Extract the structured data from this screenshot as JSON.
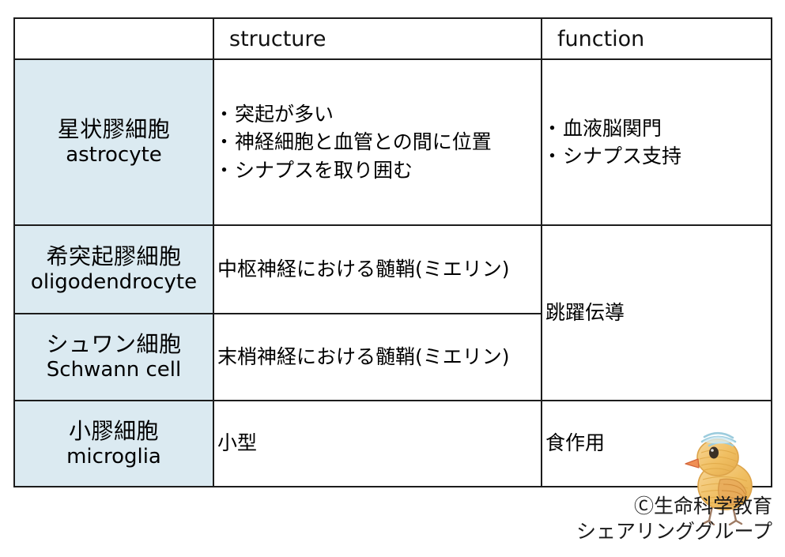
{
  "table": {
    "headers": {
      "name": "",
      "structure": "structure",
      "function": "function"
    },
    "rows": [
      {
        "name_jp": "星状膠細胞",
        "name_en": "astrocyte",
        "structure_items": [
          "突起が多い",
          "神経細胞と血管との間に位置",
          "シナプスを取り囲む"
        ],
        "function_items": [
          "血液脳関門",
          "シナプス支持"
        ]
      },
      {
        "name_jp": "希突起膠細胞",
        "name_en": "oligodendrocyte",
        "structure_text": "中枢神経における髄鞘(ミエリン)",
        "function_text": "跳躍伝導"
      },
      {
        "name_jp": "シュワン細胞",
        "name_en": "Schwann cell",
        "structure_text": "末梢神経における髄鞘(ミエリン)"
      },
      {
        "name_jp": "小膠細胞",
        "name_en": "microglia",
        "structure_text": "小型",
        "function_text": "食作用"
      }
    ]
  },
  "credit": {
    "line1": "Ⓒ生命科学教育",
    "line2": "シェアリンググループ"
  },
  "mascot": {
    "name": "chick-illustration",
    "body_color": "#f2c063",
    "beak_color": "#e2693c",
    "eye_color": "#3a3026",
    "cap_color": "#a8d3e0",
    "leg_color": "#9d7a63"
  },
  "colors": {
    "name_cell_fill": "#dbeaf1",
    "border": "#1c1c1c",
    "text": "#000000",
    "page_background": "#ffffff"
  }
}
